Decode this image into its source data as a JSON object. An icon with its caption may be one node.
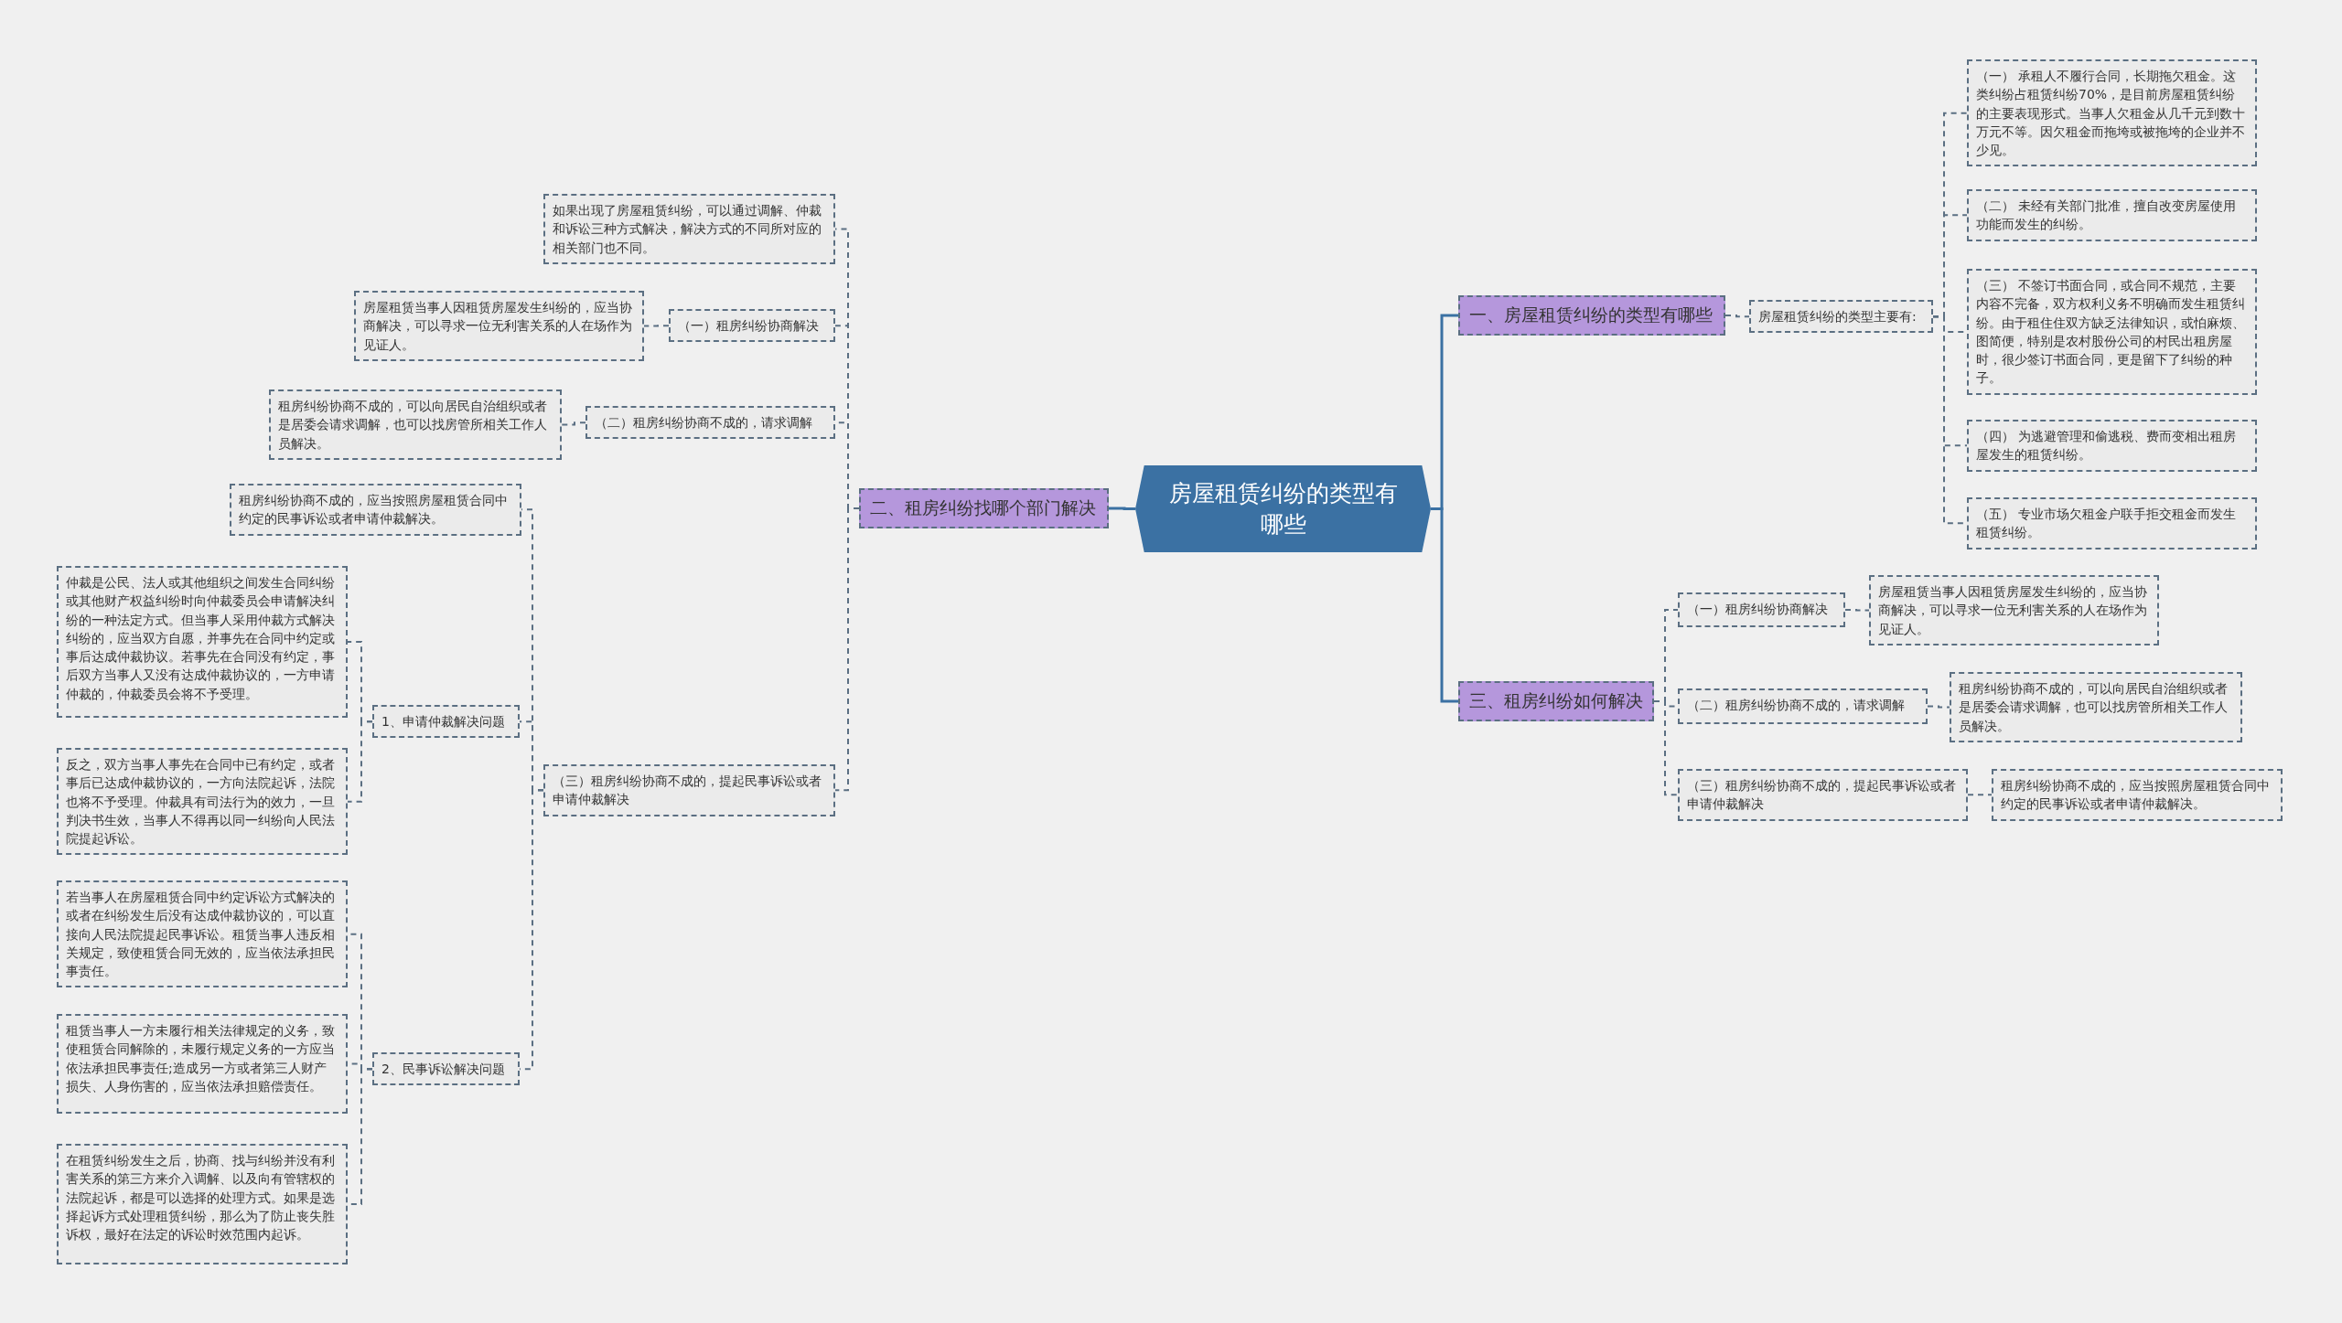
{
  "diagram": {
    "nodes": [
      {
        "text": [
          "房屋租赁纠纷的类型有哪些"
        ]
      },
      {
        "text": [
          "一、房屋租赁纠纷的类型有哪些"
        ]
      },
      {
        "text": [
          "房屋租赁纠纷的类型主要有:"
        ]
      },
      {
        "text": [
          "（一） 承租人不履行合同，长期拖欠租金。这类纠纷占租赁纠纷70%，是目前房屋租赁纠纷的主要表现形式。当事人欠租金从几千元到数十万元不等。因欠租金而拖垮或被拖垮的企业并不少见。"
        ]
      },
      {
        "text": [
          "（二） 未经有关部门批准，擅自改变房屋使用功能而发生的纠纷。"
        ]
      },
      {
        "text": [
          "（三） 不签订书面合同，或合同不规范，主要内容不完备，双方权利义务不明确而发生租赁纠纷。由于租住住双方缺乏法律知识，或怕麻烦、图简便，特别是农村股份公司的村民出租房屋时，很少签订书面合同，更是留下了纠纷的种子。"
        ]
      },
      {
        "text": [
          "（四） 为逃避管理和偷逃税、费而变相出租房屋发生的租赁纠纷。"
        ]
      },
      {
        "text": [
          "（五） 专业市场欠租金户联手拒交租金而发生租赁纠纷。"
        ]
      },
      {
        "text": [
          "三、租房纠纷如何解决"
        ]
      },
      {
        "text": [
          "（一）租房纠纷协商解决"
        ]
      },
      {
        "text": [
          "房屋租赁当事人因租赁房屋发生纠纷的，应当协商解决，可以寻求一位无利害关系的人在场作为见证人。"
        ]
      },
      {
        "text": [
          "（二）租房纠纷协商不成的，请求调解"
        ]
      },
      {
        "text": [
          "租房纠纷协商不成的，可以向居民自治组织或者是居委会请求调解，也可以找房管所相关工作人员解决。"
        ]
      },
      {
        "text": [
          "（三）租房纠纷协商不成的，提起民事诉讼或者申请仲裁解决"
        ]
      },
      {
        "text": [
          "租房纠纷协商不成的，应当按照房屋租赁合同中约定的民事诉讼或者申请仲裁解决。"
        ]
      },
      {
        "text": [
          "二、租房纠纷找哪个部门解决"
        ]
      },
      {
        "text": [
          "如果出现了房屋租赁纠纷，可以通过调解、仲裁和诉讼三种方式解决，解决方式的不同所对应的相关部门也不同。"
        ]
      },
      {
        "text": [
          "（一）租房纠纷协商解决"
        ]
      },
      {
        "text": [
          "房屋租赁当事人因租赁房屋发生纠纷的，应当协商解决，可以寻求一位无利害关系的人在场作为见证人。"
        ]
      },
      {
        "text": [
          "（二）租房纠纷协商不成的，请求调解"
        ]
      },
      {
        "text": [
          "租房纠纷协商不成的，可以向居民自治组织或者是居委会请求调解，也可以找房管所相关工作人员解决。"
        ]
      },
      {
        "text": [
          "（三）租房纠纷协商不成的，提起民事诉讼或者申请仲裁解决"
        ]
      },
      {
        "text": [
          "租房纠纷协商不成的，应当按照房屋租赁合同中约定的民事诉讼或者申请仲裁解决。"
        ]
      },
      {
        "text": [
          "1、申请仲裁解决问题"
        ]
      },
      {
        "text": [
          "仲裁是公民、法人或其他组织之间发生合同纠纷或其他财产权益纠纷时向仲裁委员会申请解决纠纷的一种法定方式。但当事人采用仲裁方式解决纠纷的，应当双方自愿，并事先在合同中约定或事后达成仲裁协议。若事先在合同没有约定，事后双方当事人又没有达成仲裁协议的，一方申请仲裁的，仲裁委员会将不予受理。"
        ]
      },
      {
        "text": [
          "反之，双方当事人事先在合同中已有约定，或者事后已达成仲裁协议的，一方向法院起诉，法院也将不予受理。仲裁具有司法行为的效力，一旦判决书生效，当事人不得再以同一纠纷向人民法院提起诉讼。"
        ]
      },
      {
        "text": [
          "2、民事诉讼解决问题"
        ]
      },
      {
        "text": [
          "若当事人在房屋租赁合同中约定诉讼方式解决的或者在纠纷发生后没有达成仲裁协议的，可以直接向人民法院提起民事诉讼。租赁当事人违反相关规定，致使租赁合同无效的，应当依法承担民事责任。"
        ]
      },
      {
        "text": [
          "租赁当事人一方未履行相关法律规定的义务，致使租赁合同解除的，未履行规定义务的一方应当依法承担民事责任;造成另一方或者第三人财产损失、人身伤害的，应当依法承担赔偿责任。"
        ]
      },
      {
        "text": [
          "在租赁纠纷发生之后，协商、找与纠纷并没有利害关系的第三方来介入调解、以及向有管辖权的法院起诉，都是可以选择的处理方式。如果是选择起诉方式处理租赁纠纷，那么为了防止丧失胜诉权，最好在法定的诉讼时效范围内起诉。"
        ]
      }
    ],
    "edges": [
      {
        "from": 0,
        "to": 1,
        "arrow": "none"
      },
      {
        "from": 0,
        "to": 8,
        "arrow": "none"
      },
      {
        "from": 0,
        "to": 15,
        "arrow": "none"
      },
      {
        "from": 1,
        "to": 2,
        "arrow": "none",
        "style": "dashed"
      },
      {
        "from": 2,
        "to": 3,
        "arrow": "none",
        "style": "dashed"
      },
      {
        "from": 2,
        "to": 4,
        "arrow": "none",
        "style": "dashed"
      },
      {
        "from": 2,
        "to": 5,
        "arrow": "none",
        "style": "dashed"
      },
      {
        "from": 2,
        "to": 6,
        "arrow": "none",
        "style": "dashed"
      },
      {
        "from": 2,
        "to": 7,
        "arrow": "none",
        "style": "dashed"
      },
      {
        "from": 8,
        "to": 9,
        "arrow": "none",
        "style": "dashed"
      },
      {
        "from": 8,
        "to": 11,
        "arrow": "none",
        "style": "dashed"
      },
      {
        "from": 8,
        "to": 13,
        "arrow": "none",
        "style": "dashed"
      },
      {
        "from": 9,
        "to": 10,
        "arrow": "none",
        "style": "dashed"
      },
      {
        "from": 11,
        "to": 12,
        "arrow": "none",
        "style": "dashed"
      },
      {
        "from": 13,
        "to": 14,
        "arrow": "none",
        "style": "dashed"
      },
      {
        "from": 15,
        "to": 16,
        "arrow": "none",
        "style": "dashed"
      },
      {
        "from": 15,
        "to": 17,
        "arrow": "none",
        "style": "dashed"
      },
      {
        "from": 15,
        "to": 19,
        "arrow": "none",
        "style": "dashed"
      },
      {
        "from": 15,
        "to": 21,
        "arrow": "none",
        "style": "dashed"
      },
      {
        "from": 17,
        "to": 18,
        "arrow": "none",
        "style": "dashed"
      },
      {
        "from": 19,
        "to": 20,
        "arrow": "none",
        "style": "dashed"
      },
      {
        "from": 21,
        "to": 22,
        "arrow": "none",
        "style": "dashed"
      },
      {
        "from": 21,
        "to": 23,
        "arrow": "none",
        "style": "dashed"
      },
      {
        "from": 21,
        "to": 26,
        "arrow": "none",
        "style": "dashed"
      },
      {
        "from": 23,
        "to": 24,
        "arrow": "none",
        "style": "dashed"
      },
      {
        "from": 23,
        "to": 25,
        "arrow": "none",
        "style": "dashed"
      },
      {
        "from": 26,
        "to": 27,
        "arrow": "none",
        "style": "dashed"
      },
      {
        "from": 26,
        "to": 28,
        "arrow": "none",
        "style": "dashed"
      },
      {
        "from": 26,
        "to": 29,
        "arrow": "none",
        "style": "dashed"
      }
    ]
  }
}
